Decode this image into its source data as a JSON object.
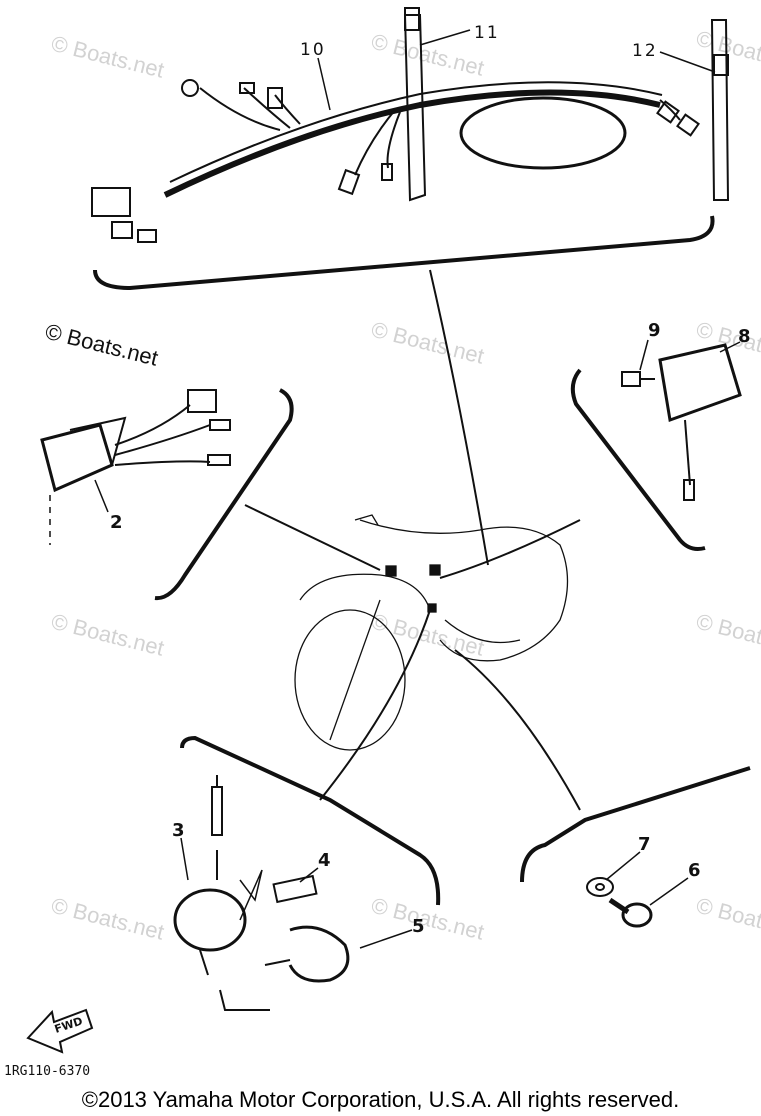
{
  "diagram": {
    "callouts": {
      "c2": "2",
      "c3": "3",
      "c4": "4",
      "c5": "5",
      "c6": "6",
      "c7": "7",
      "c8": "8",
      "c9": "9",
      "c10": "10",
      "c11": "11",
      "c12": "12"
    },
    "fwd_label": "FWD",
    "reference_code": "1RG110-6370"
  },
  "watermark": {
    "text": "© Boats.net"
  },
  "footer": {
    "copyright": "©2013 Yamaha Motor Corporation, U.S.A. All rights reserved."
  },
  "colors": {
    "ink": "#111111",
    "watermark": "#d2d2d2",
    "background": "#ffffff"
  }
}
